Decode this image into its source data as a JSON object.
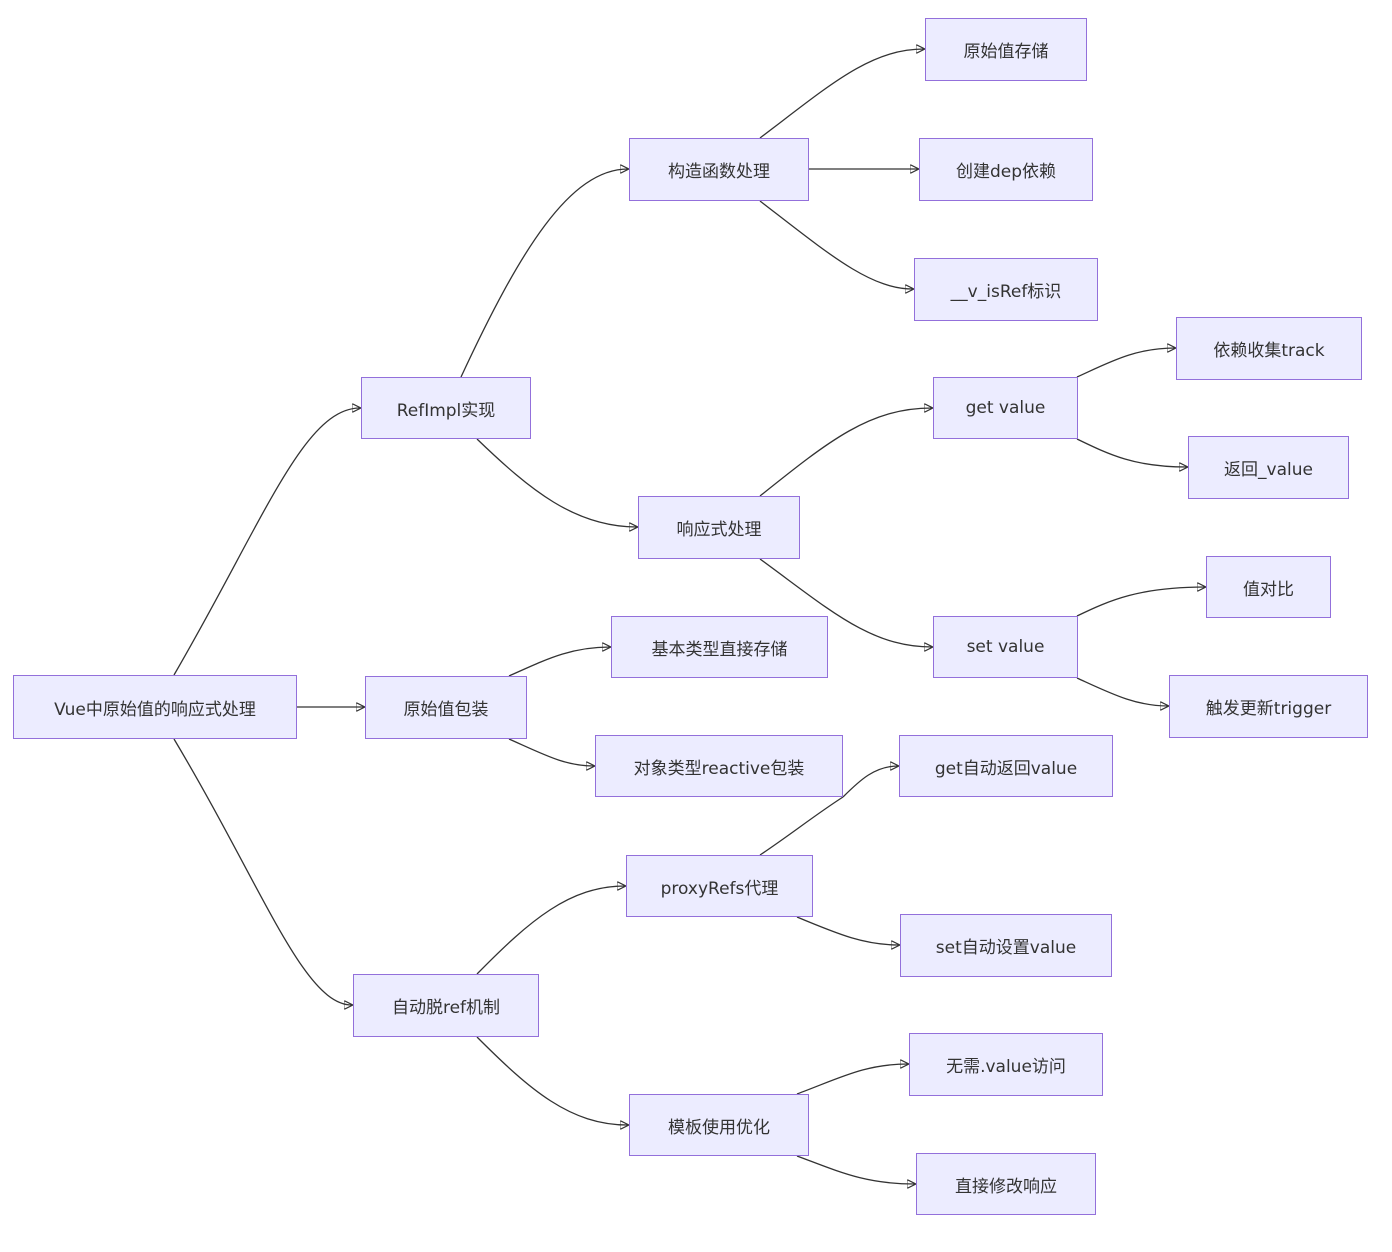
{
  "diagram": {
    "nodes": {
      "root": "Vue中原始值的响应式处理",
      "refimpl": "RefImpl实现",
      "wrap": "原始值包装",
      "unref": "自动脱ref机制",
      "ctor": "构造函数处理",
      "reactive_proc": "响应式处理",
      "basic": "基本类型直接存储",
      "objreactive": "对象类型reactive包装",
      "proxyrefs": "proxyRefs代理",
      "template": "模板使用优化",
      "rawstore": "原始值存储",
      "dep": "创建dep依赖",
      "isref": "__v_isRef标识",
      "getv": "get value",
      "setv": "set value",
      "getauto": "get自动返回value",
      "setauto": "set自动设置value",
      "novalue": "无需.value访问",
      "direct": "直接修改响应",
      "track": "依赖收集track",
      "ret": "返回_value",
      "cmp": "值对比",
      "trigger": "触发更新trigger"
    }
  }
}
